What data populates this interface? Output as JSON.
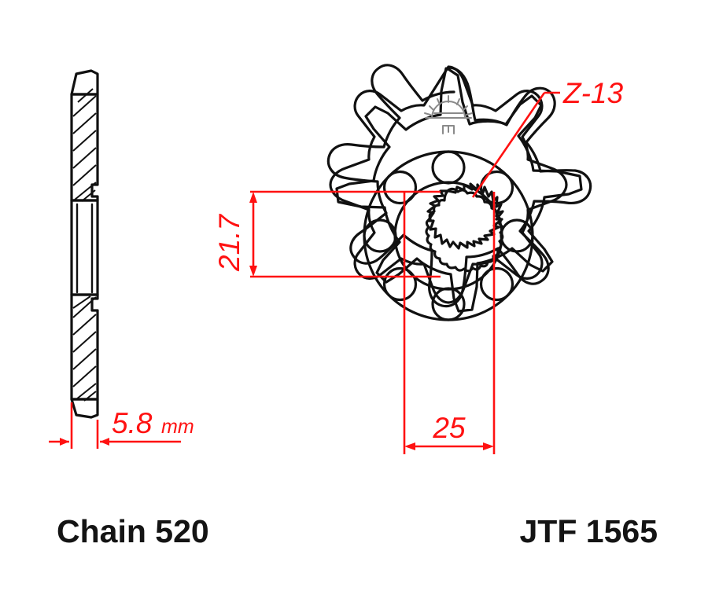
{
  "drawing": {
    "title_part_number": "JTF 1565",
    "chain_label": "Chain 520",
    "colors": {
      "dimension_red": "#ff1111",
      "outline_black": "#111111",
      "logo_gray": "#8a8a8a"
    },
    "annotations": {
      "tooth_count": {
        "label": "Z-13",
        "meaning": "13 teeth"
      },
      "bore_height": {
        "label": "21.7",
        "unit": "mm"
      },
      "bore_width": {
        "label": "25",
        "unit": "mm"
      },
      "thickness": {
        "value": "5.8",
        "unit": "mm"
      }
    },
    "views": {
      "side_section": {
        "name": "side-section-view",
        "description": "hatched cross section profile"
      },
      "front": {
        "name": "front-view",
        "teeth": 13,
        "bolt_holes": 8,
        "spline_teeth": 18
      }
    },
    "logo": {
      "name": "sunrise-logo"
    }
  }
}
